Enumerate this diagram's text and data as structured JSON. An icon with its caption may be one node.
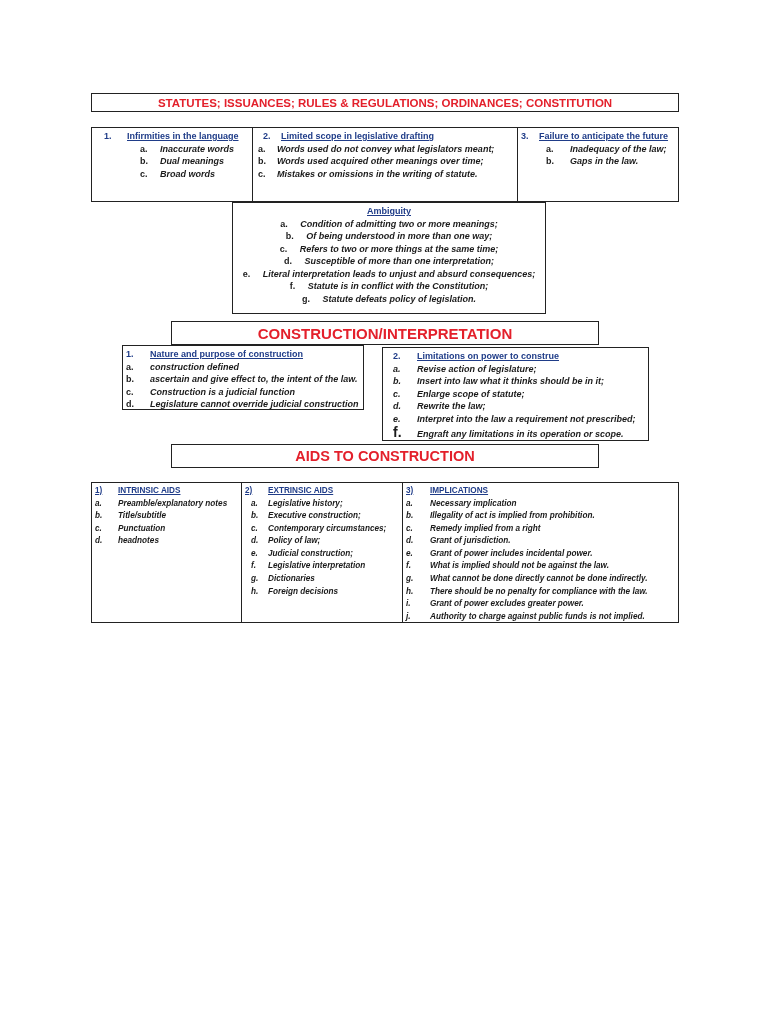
{
  "diagram": {
    "nodes": [
      {
        "text": [
          "STATUTES; ISSUANCES; RULES & REGULATIONS; ORDINANCES; CONSTITUTION"
        ]
      },
      {
        "text": [
          "1. Infirmities in the language",
          "a. Inaccurate words",
          "b. Dual meanings",
          "c. Broad words"
        ]
      },
      {
        "text": [
          "2. Limited scope in legislative drafting",
          "a. Words used do not convey what legislators meant;",
          "b. Words used acquired other meanings over time;",
          "c. Mistakes or omissions in the writing of statute."
        ]
      },
      {
        "text": [
          "3. Failure to anticipate the future",
          "a. Inadequacy of the law;",
          "b. Gaps in the law."
        ]
      },
      {
        "text": [
          "Ambiguity",
          "a. Condition of admitting two or more meanings;",
          "b. Of being understood in more than one way;",
          "c. Refers to two or more things at the same time;",
          "d. Susceptible of more than one interpretation;",
          "e. Literal interpretation leads to unjust and absurd consequences;",
          "f. Statute is in conflict with the Constitution;",
          "g. Statute defeats policy of legislation."
        ]
      },
      {
        "text": [
          "CONSTRUCTION/INTERPRETATION"
        ]
      },
      {
        "text": [
          "1. Nature and purpose of construction",
          "a. construction defined",
          "b. ascertain and give effect to, the intent of the law.",
          "c. Construction is a judicial function",
          "d. Legislature cannot override judicial construction"
        ]
      },
      {
        "text": [
          "2. Limitations on power to construe",
          "a. Revise action of legislature;",
          "b. Insert into law what it thinks should be in it;",
          "c. Enlarge scope of statute;",
          "d. Rewrite the law;",
          "e. Interpret into the law a requirement not prescribed;",
          "f. Engraft any limitations in its operation or scope."
        ]
      },
      {
        "text": [
          "AIDS TO CONSTRUCTION"
        ]
      },
      {
        "text": [
          "1) INTRINSIC AIDS",
          "a. Preamble/explanatory notes",
          "b. Title/subtitle",
          "c. Punctuation",
          "d. headnotes"
        ]
      },
      {
        "text": [
          "2) EXTRINSIC AIDS",
          "a. Legislative history;",
          "b. Executive construction;",
          "c. Contemporary circumstances;",
          "d. Policy of law;",
          "e. Judicial construction;",
          "f. Legislative interpretation",
          "g. Dictionaries",
          "h. Foreign decisions"
        ]
      },
      {
        "text": [
          "3) IMPLICATIONS",
          "a. Necessary implication",
          "b. Illegality of act is implied from prohibition.",
          "c. Remedy implied from a right",
          "d. Grant of jurisdiction.",
          "e. Grant of power includes incidental power.",
          "f. What is implied should not be against the law.",
          "g. What cannot be done directly cannot be done indirectly.",
          "h. There should be no penalty for compliance with the law.",
          "i. Grant of power excludes greater power.",
          "j. Authority to charge against public funds is not implied."
        ]
      }
    ]
  }
}
